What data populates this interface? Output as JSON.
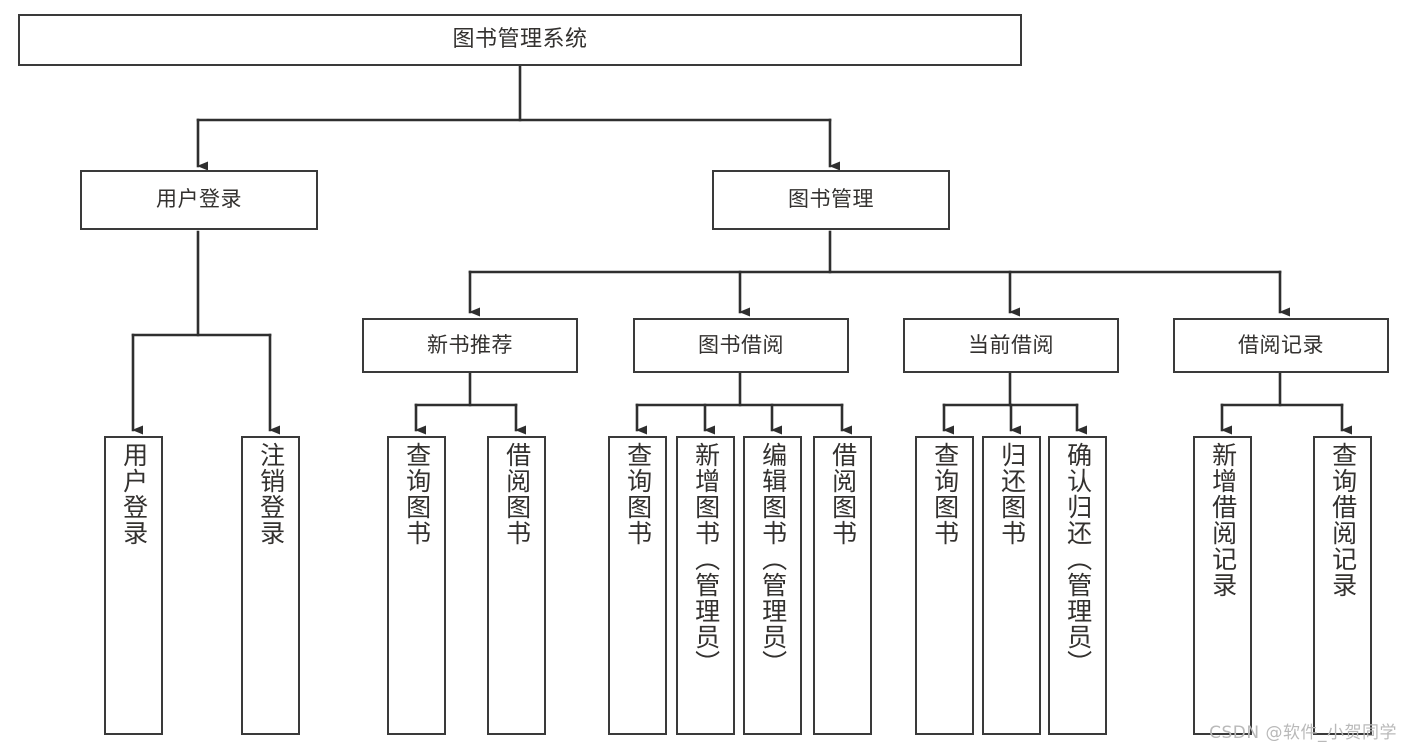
{
  "diagram": {
    "title": "图书管理系统",
    "type": "hierarchy-tree",
    "edge_color": "#2f2f2f",
    "node_border_color": "#3a3a3a",
    "node_fill_color": "#ffffff",
    "text_color": "#33312f",
    "background_color": "#ffffff"
  },
  "watermark": {
    "text": "CSDN @软件_小贺同学",
    "color": "#b9b9b9"
  },
  "nodes": {
    "root": {
      "label": "图书管理系统"
    },
    "level1": [
      {
        "id": "user-login",
        "label": "用户登录"
      },
      {
        "id": "book-manage",
        "label": "图书管理"
      }
    ],
    "level2": [
      {
        "id": "new-book-recommend",
        "label": "新书推荐"
      },
      {
        "id": "book-borrow",
        "label": "图书借阅"
      },
      {
        "id": "current-borrow",
        "label": "当前借阅"
      },
      {
        "id": "borrow-record",
        "label": "借阅记录"
      }
    ],
    "leaves": {
      "user_login": [
        {
          "id": "leaf-user-login",
          "label": "用户登录"
        },
        {
          "id": "leaf-logout-login",
          "label": "注销登录"
        }
      ],
      "new_book_recommend": [
        {
          "id": "leaf-query-book-1",
          "label": "查询图书"
        },
        {
          "id": "leaf-borrow-book-1",
          "label": "借阅图书"
        }
      ],
      "book_borrow": [
        {
          "id": "leaf-query-book-2",
          "label": "查询图书"
        },
        {
          "id": "leaf-add-book",
          "label": "新增图书（管理员）"
        },
        {
          "id": "leaf-edit-book",
          "label": "编辑图书（管理员）"
        },
        {
          "id": "leaf-borrow-book-2",
          "label": "借阅图书"
        }
      ],
      "current_borrow": [
        {
          "id": "leaf-query-book-3",
          "label": "查询图书"
        },
        {
          "id": "leaf-return-book",
          "label": "归还图书"
        },
        {
          "id": "leaf-confirm-return",
          "label": "确认归还（管理员）"
        }
      ],
      "borrow_record": [
        {
          "id": "leaf-add-borrow-record",
          "label": "新增借阅记录"
        },
        {
          "id": "leaf-query-borrow-record",
          "label": "查询借阅记录"
        }
      ]
    }
  }
}
